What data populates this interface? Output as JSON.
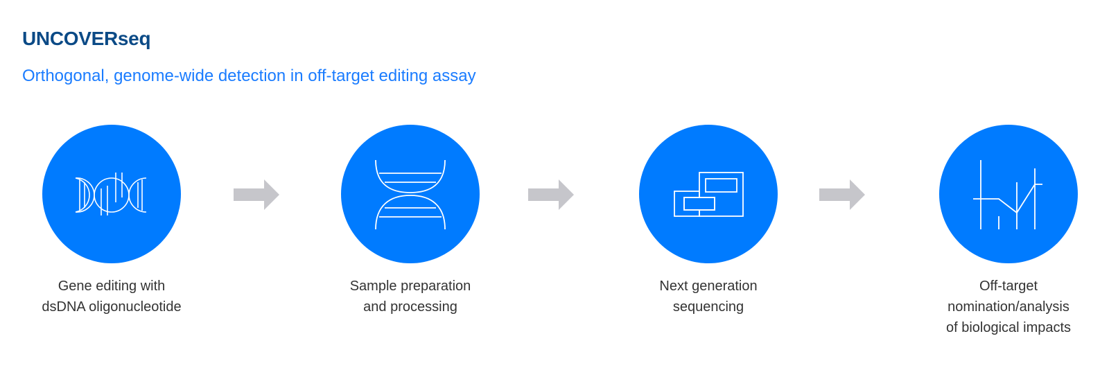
{
  "header": {
    "title": "UNCOVERseq",
    "subtitle": "Orthogonal, genome-wide detection in off-target editing assay"
  },
  "colors": {
    "circle": "#007bff",
    "arrow": "#c6c6cb",
    "title": "#0b4a86",
    "subtitle": "#1a7cff"
  },
  "steps": [
    {
      "icon": "dna-oligonucleotide-icon",
      "label_lines": [
        "Gene editing with",
        "dsDNA oligonucleotide"
      ]
    },
    {
      "icon": "dna-helix-icon",
      "label_lines": [
        "Sample preparation",
        "and processing"
      ]
    },
    {
      "icon": "sequencing-icon",
      "label_lines": [
        "Next generation",
        "sequencing"
      ]
    },
    {
      "icon": "analysis-chart-icon",
      "label_lines": [
        "Off-target",
        "nomination/analysis",
        "of biological impacts"
      ]
    }
  ]
}
